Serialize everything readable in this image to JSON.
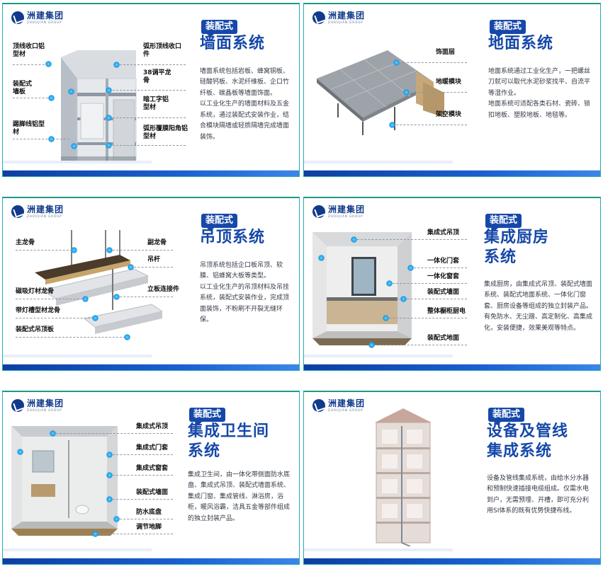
{
  "logo": {
    "cn": "洲建集团",
    "en": "ZHOUJIAN GROUP"
  },
  "cards": [
    {
      "tag": "装配式",
      "title_lines": [
        "墙面系统"
      ],
      "desc": [
        "墙面系统包括岩板、蜂窝铜板、硅酸钙板、水泥纤维板、企口竹纤板、碳晶板等墙面饰面。",
        "以工业化生产的墙面材料及五金系统，通过装配式安装作业，结合模块隔墙或轻质隔墙完成墙面装饰。"
      ],
      "labels": [
        "顶线收口铝型材",
        "装配式墙板",
        "踢脚线铝型材",
        "弧形顶线收口件",
        "38调平龙骨",
        "暗工字铝型材",
        "弧形覆膜阳角铝型材"
      ]
    },
    {
      "tag": "装配式",
      "title_lines": [
        "地面系统"
      ],
      "desc": [
        "地面系统通过工业化生产，一把螺丝刀就可以取代水泥砂浆找平、自流平等湿作业。",
        "地面系统可适配各类石材、瓷砖、锁扣地板、塑胶地板、地毯等。"
      ],
      "labels": [
        "饰面层",
        "地暖模块",
        "架空模块"
      ]
    },
    {
      "tag": "装配式",
      "title_lines": [
        "吊顶系统"
      ],
      "desc": [
        "吊顶系统包括企口板吊顶、软膜、铝蜂窝大板等类型。",
        "以工业化生产的吊顶材料及吊挂系统，装配式安装作业，完成顶面装饰，不粉刷不开裂无缝环保。"
      ],
      "labels": [
        "主龙骨",
        "磁吸灯材龙骨",
        "带灯槽型材龙骨",
        "装配式吊顶板",
        "副龙骨",
        "吊杆",
        "立板连接件"
      ]
    },
    {
      "tag": "装配式",
      "title_lines": [
        "集成厨房",
        "系统"
      ],
      "desc": [
        "集成厨房，由集成式吊顶、装配式墙面系统、装配式地面系统、一体化门窗套、厨房设备等组成的独立封装产品。有免防水、无尘蹭、高定制化、高集成化，安装便捷，效果美观等特点。"
      ],
      "labels": [
        "集成式吊顶",
        "一体化门套",
        "一体化窗套",
        "装配式墙面",
        "整体橱柜厨电",
        "装配式地面"
      ]
    },
    {
      "tag": "装配式",
      "title_lines": [
        "集成卫生间",
        "系统"
      ],
      "desc": [
        "集成卫生间，由一体化带侧面防水底盘、集成式吊顶、装配式墙面系统、集成门窗、集成管线、淋浴房，浴柜，暖风浴霸，洁具五金等部件组成的独立封装产品。"
      ],
      "labels": [
        "集成式吊顶",
        "集成式门套",
        "集成式窗套",
        "装配式墙面",
        "防水底盘",
        "调节地脚"
      ]
    },
    {
      "tag": "装配式",
      "title_lines": [
        "设备及管线",
        "集成系统"
      ],
      "desc": [
        "设备及管线集成系统，由给水分水器和预制快速插接电缆组成。仅需水电到户，无需预埋、开槽，即可充分利用SI体系的既有优势快捷布线。"
      ],
      "labels": []
    }
  ],
  "colors": {
    "brand": "#1648a8",
    "teal": "#23a8b8",
    "dot": "#1a9be6"
  },
  "icons": [
    "logo-icon",
    "blue-dot-marker"
  ]
}
